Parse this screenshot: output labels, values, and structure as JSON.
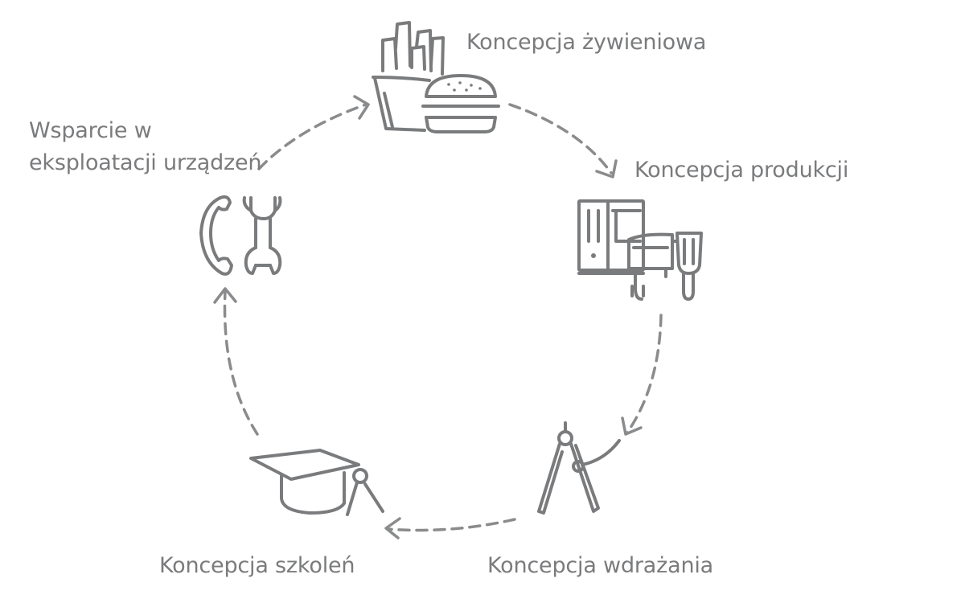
{
  "steps": {
    "food": {
      "label": "Koncepcja żywieniowa",
      "icon": "fries-burger-icon"
    },
    "production": {
      "label": "Koncepcja produkcji",
      "icon": "kitchen-equipment-icon"
    },
    "implementation": {
      "label": "Koncepcja wdrażania",
      "icon": "drawing-compass-icon"
    },
    "training": {
      "label": "Koncepcja szkoleń",
      "icon": "graduation-cap-icon"
    },
    "support": {
      "line1": "Wsparcie w",
      "line2": "eksploatacji urządzeń",
      "icon": "phone-wrench-icon"
    }
  },
  "colors": {
    "icon": "#7a7b7d",
    "arrow": "#8a8b8d",
    "text": "#7a7b7d",
    "background": "#ffffff"
  }
}
